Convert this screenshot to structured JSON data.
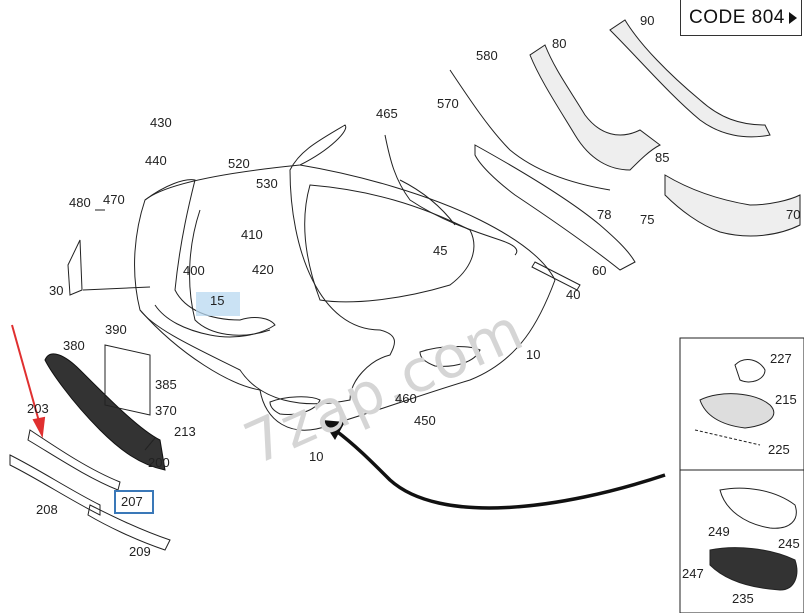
{
  "header": {
    "code_label": "CODE 804"
  },
  "watermark": "7zap.com",
  "callouts": {
    "c90": "90",
    "c80": "80",
    "c580": "580",
    "c570": "570",
    "c465": "465",
    "c430": "430",
    "c440": "440",
    "c520": "520",
    "c530": "530",
    "c85": "85",
    "c480": "480",
    "c470": "470",
    "c410": "410",
    "c400": "400",
    "c420": "420",
    "c15": "15",
    "c45": "45",
    "c78": "78",
    "c75": "75",
    "c70": "70",
    "c60": "60",
    "c40": "40",
    "c30": "30",
    "c390": "390",
    "c380": "380",
    "c385": "385",
    "c370": "370",
    "c203": "203",
    "c213": "213",
    "c200": "200",
    "c10a": "10",
    "c10b": "10",
    "c460": "460",
    "c450": "450",
    "c207": "207",
    "c208": "208",
    "c209": "209",
    "c227": "227",
    "c215": "215",
    "c225": "225",
    "c249": "249",
    "c245": "245",
    "c247": "247",
    "c235": "235"
  },
  "colors": {
    "highlight": "#b8d8f0",
    "box_border": "#3a78b8",
    "arrow_red": "#e03030",
    "line": "#222222"
  }
}
